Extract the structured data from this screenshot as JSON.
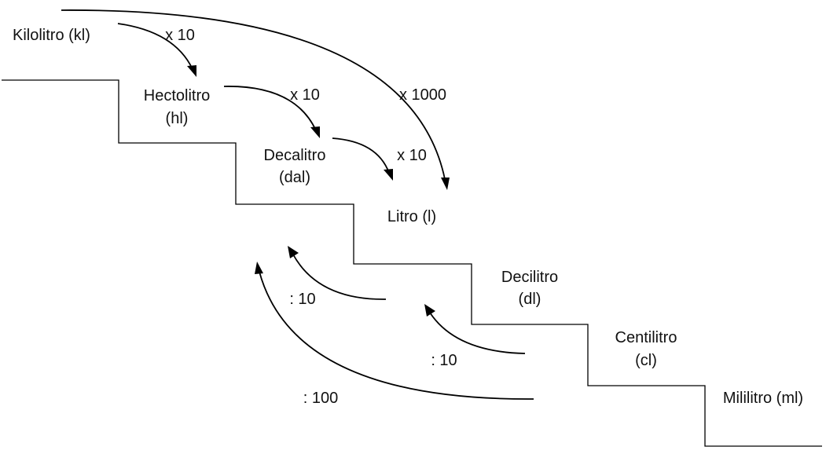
{
  "units": {
    "kl": "Kilolitro (kl)",
    "hl_name": "Hectolitro",
    "hl_abbr": "(hl)",
    "dal_name": "Decalitro",
    "dal_abbr": "(dal)",
    "l": "Litro (l)",
    "dl_name": "Decilitro",
    "dl_abbr": "(dl)",
    "cl_name": "Centilitro",
    "cl_abbr": "(cl)",
    "ml": "Mililitro (ml)"
  },
  "multipliers": {
    "kl_to_hl": "x 10",
    "hl_to_dal": "x 10",
    "dal_to_l": "x 10",
    "kl_to_l": "x 1000"
  },
  "divisors": {
    "dl_to_dal": ": 10",
    "cl_to_l": ": 10",
    "ml_to_dal": ": 100"
  }
}
